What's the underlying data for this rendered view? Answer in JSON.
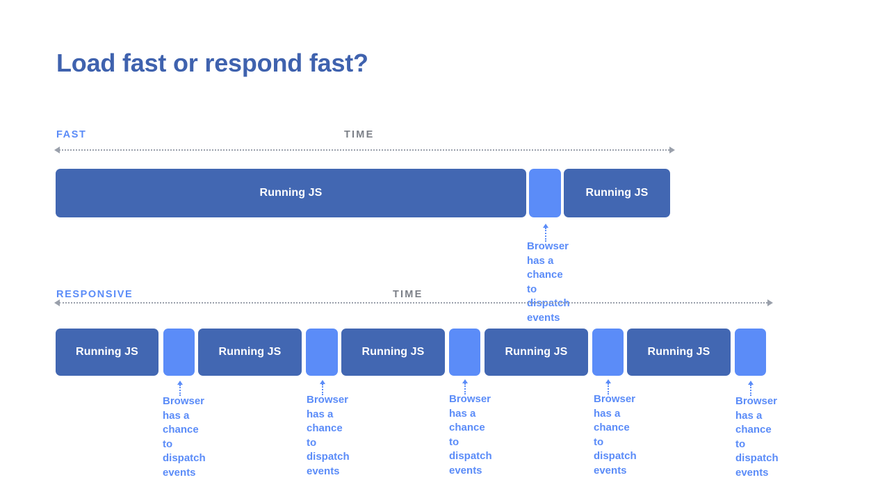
{
  "title": "Load fast or respond fast?",
  "colors": {
    "title": "#3f62ae",
    "running_js_bar": "#4267b2",
    "gap_bar": "#5b8cf8",
    "accent_blue": "#5b8cf8",
    "time_gray": "#7b7f87",
    "timeline_gray": "#9aa0ab",
    "background": "#ffffff"
  },
  "rows": [
    {
      "section_label": "FAST",
      "time_label": "TIME",
      "bars": [
        {
          "kind": "js",
          "label": "Running JS"
        },
        {
          "kind": "gap",
          "label": ""
        },
        {
          "kind": "js",
          "label": "Running JS"
        }
      ],
      "callouts": [
        {
          "text": "Browser has a\nchance to\ndispatch events"
        }
      ]
    },
    {
      "section_label": "RESPONSIVE",
      "time_label": "TIME",
      "bars": [
        {
          "kind": "js",
          "label": "Running JS"
        },
        {
          "kind": "gap",
          "label": ""
        },
        {
          "kind": "js",
          "label": "Running JS"
        },
        {
          "kind": "gap",
          "label": ""
        },
        {
          "kind": "js",
          "label": "Running JS"
        },
        {
          "kind": "gap",
          "label": ""
        },
        {
          "kind": "js",
          "label": "Running JS"
        },
        {
          "kind": "gap",
          "label": ""
        },
        {
          "kind": "js",
          "label": "Running JS"
        },
        {
          "kind": "gap",
          "label": ""
        }
      ],
      "callouts": [
        {
          "text": "Browser has a\nchance to\ndispatch events"
        },
        {
          "text": "Browser has a\nchance to\ndispatch events"
        },
        {
          "text": "Browser has a\nchance to\ndispatch events"
        },
        {
          "text": "Browser has a\nchance to\ndispatch events"
        },
        {
          "text": "Browser has a\nchance to\ndispatch events"
        }
      ]
    }
  ],
  "chart_data": {
    "type": "bar",
    "title": "Load fast or respond fast?",
    "xlabel": "TIME",
    "ylabel": "",
    "grid": false,
    "legend": "none",
    "series": [
      {
        "name": "FAST",
        "segments": [
          {
            "type": "Running JS",
            "start": 80,
            "end": 757
          },
          {
            "type": "gap",
            "start": 761,
            "end": 807
          },
          {
            "type": "Running JS",
            "start": 811,
            "end": 964
          }
        ]
      },
      {
        "name": "RESPONSIVE",
        "segments": [
          {
            "type": "Running JS",
            "start": 80,
            "end": 228
          },
          {
            "type": "gap",
            "start": 235,
            "end": 280
          },
          {
            "type": "Running JS",
            "start": 285,
            "end": 434
          },
          {
            "type": "gap",
            "start": 440,
            "end": 486
          },
          {
            "type": "Running JS",
            "start": 491,
            "end": 640
          },
          {
            "type": "gap",
            "start": 646,
            "end": 691
          },
          {
            "type": "Running JS",
            "start": 697,
            "end": 846
          },
          {
            "type": "gap",
            "start": 852,
            "end": 897
          },
          {
            "type": "Running JS",
            "start": 902,
            "end": 1051
          },
          {
            "type": "gap",
            "start": 1057,
            "end": 1102
          }
        ]
      }
    ]
  }
}
